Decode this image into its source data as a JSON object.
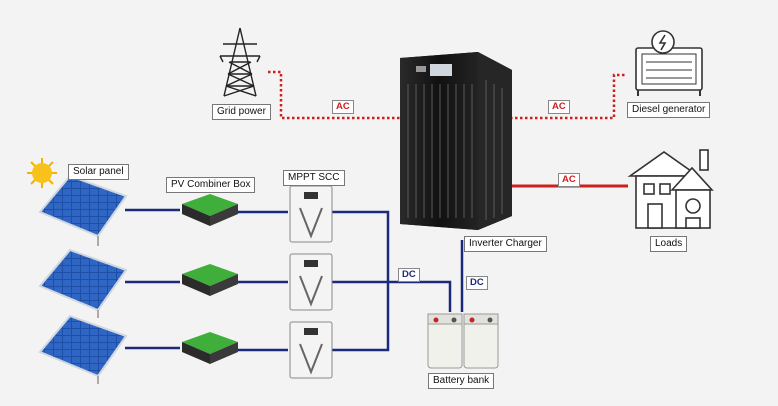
{
  "labels": {
    "grid_power": "Grid power",
    "diesel_generator": "Diesel generator",
    "solar_panel": "Solar panel",
    "pv_combiner_box": "PV Combiner Box",
    "mppt_scc": "MPPT SCC",
    "inverter_charger": "Inverter Charger",
    "loads": "Loads",
    "battery_bank": "Battery bank"
  },
  "line_tags": {
    "ac_grid": "AC",
    "ac_generator": "AC",
    "ac_loads": "AC",
    "dc_scc": "DC",
    "dc_inverter": "DC"
  },
  "colors": {
    "ac_line": "#cc1f1f",
    "dc_line": "#1c2a7a",
    "panel_blue": "#1e4fa8",
    "combiner_green": "#3fae3a",
    "cabinet": "#1b1b1b"
  }
}
